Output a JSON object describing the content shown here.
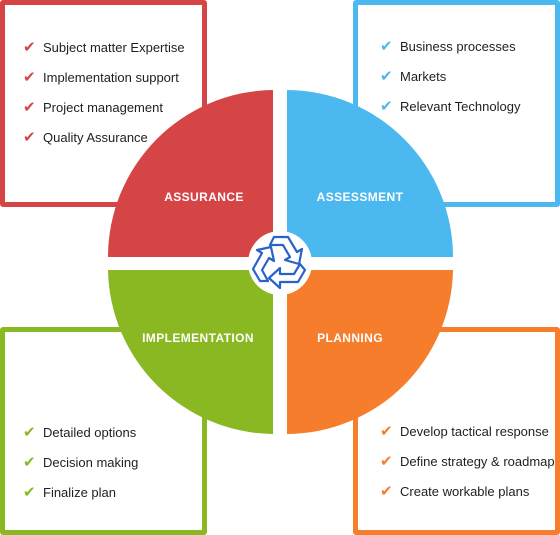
{
  "colors": {
    "assurance": "#d64545",
    "assessment": "#4bb8f0",
    "implementation": "#8ab822",
    "planning": "#f57d2c",
    "recycle_icon": "#2a62c9"
  },
  "quadrants": {
    "assurance": "ASSURANCE",
    "assessment": "ASSESSMENT",
    "implementation": "IMPLEMENTATION",
    "planning": "PLANNING"
  },
  "boxes": {
    "assurance": [
      "Subject matter Expertise",
      "Implementation support",
      "Project management",
      "Quality Assurance"
    ],
    "assessment": [
      "Business processes",
      "Markets",
      "Relevant Technology"
    ],
    "implementation": [
      "Detailed options",
      "Decision making",
      "Finalize plan"
    ],
    "planning": [
      "Develop tactical response",
      "Define strategy & roadmap",
      "Create workable plans"
    ]
  },
  "center_icon": "recycle-icon",
  "check_icon": "checkmark-icon"
}
